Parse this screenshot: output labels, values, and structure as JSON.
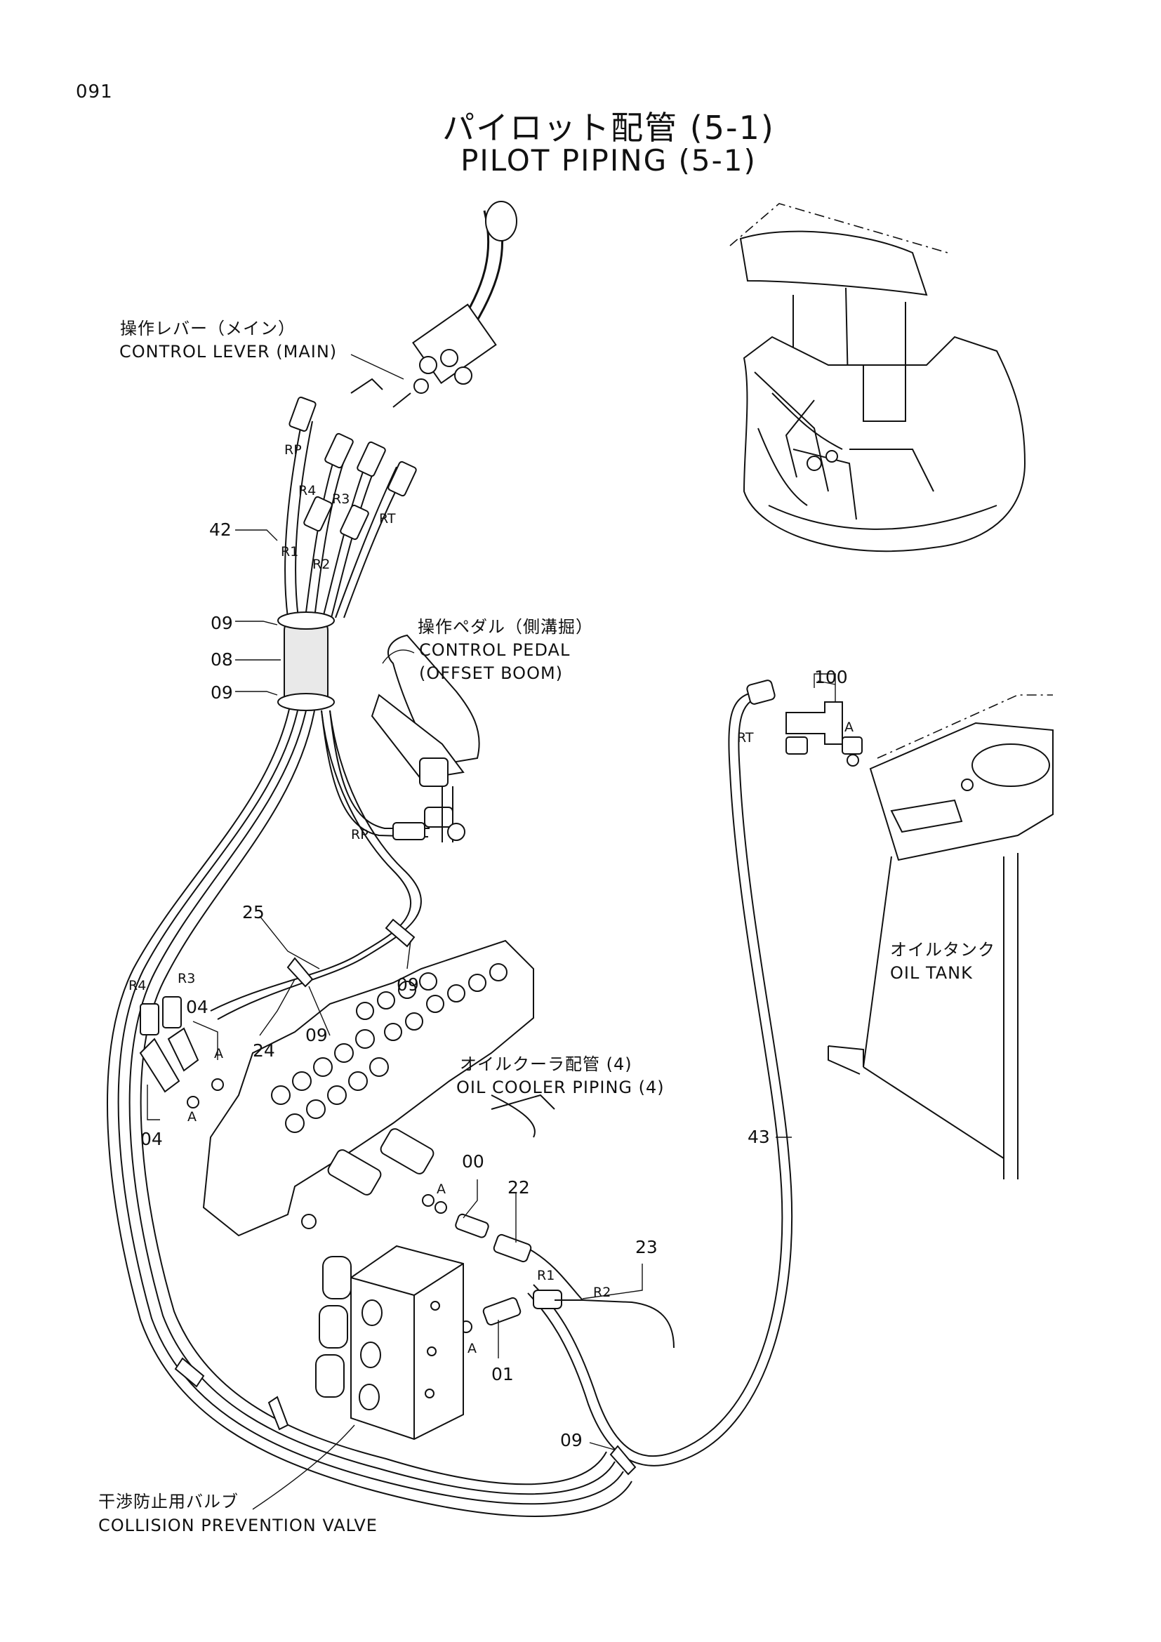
{
  "page_number": "091",
  "title": {
    "ja": "パイロット配管 (5-1)",
    "en": "PILOT PIPING (5-1)"
  },
  "components": {
    "control_lever": {
      "ja": "操作レバー（メイン）",
      "en": "CONTROL LEVER (MAIN)"
    },
    "control_pedal": {
      "ja": "操作ペダル（側溝掘）",
      "en": "CONTROL PEDAL",
      "en2": "(OFFSET BOOM)"
    },
    "oil_tank": {
      "ja": "オイルタンク",
      "en": "OIL TANK"
    },
    "oil_cooler_piping": {
      "ja": "オイルクーラ配管 (4)",
      "en": "OIL COOLER PIPING (4)"
    },
    "collision_valve": {
      "ja": "干渉防止用バルブ",
      "en": "COLLISION PREVENTION VALVE"
    }
  },
  "part_numbers": {
    "p42": "42",
    "p09a": "09",
    "p08": "08",
    "p09b": "09",
    "p25": "25",
    "p09c": "09",
    "p09d": "09",
    "p24": "24",
    "p04a": "04",
    "p04b": "04",
    "p00": "00",
    "p22": "22",
    "p23": "23",
    "p01": "01",
    "p09e": "09",
    "p43": "43",
    "p100": "100"
  },
  "port_labels": {
    "rp1": "RP",
    "r4a": "R4",
    "r3a": "R3",
    "rt1": "RT",
    "r1a": "R1",
    "r2a": "R2",
    "rp2": "RP",
    "rt2": "RT",
    "r4b": "R4",
    "r3b": "R3",
    "r1b": "R1",
    "r2b": "R2"
  },
  "callouts": {
    "a1": "A",
    "a2": "A",
    "a3": "A",
    "a4": "A",
    "a5": "A"
  }
}
